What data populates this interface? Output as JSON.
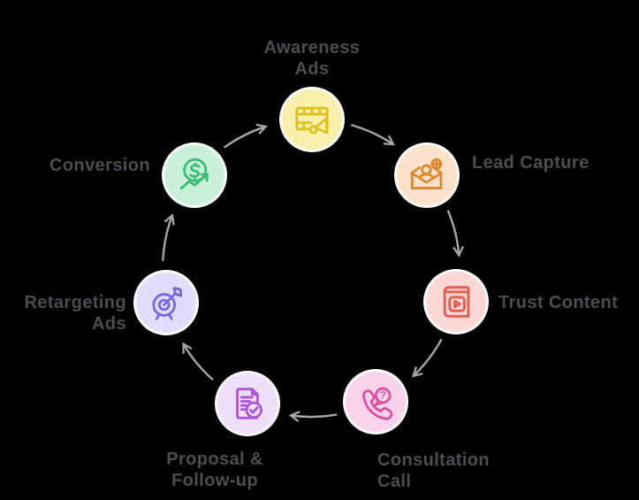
{
  "diagram": {
    "type": "cycle",
    "description": "Marketing funnel cycle with 7 stages connected clockwise by arrows"
  },
  "colors": {
    "background": "#000000",
    "label_text": "#4b4d52",
    "arrow": "#a6a6a6",
    "node_ring": "rgba(255,255,255,0.92)"
  },
  "nodes": [
    {
      "id": "awareness-ads",
      "label": "Awareness Ads",
      "label_lines": [
        "Awareness",
        "Ads"
      ],
      "icon": "film-megaphone-icon",
      "bg_color": "#f6f0ac",
      "icon_color": "#dcc31e"
    },
    {
      "id": "lead-capture",
      "label": "Lead Capture",
      "label_lines": [
        "Lead Capture"
      ],
      "icon": "envelope-add-user-icon",
      "bg_color": "#fbe3cb",
      "icon_color": "#dc8933"
    },
    {
      "id": "trust-content",
      "label": "Trust Content",
      "label_lines": [
        "Trust Content"
      ],
      "icon": "video-book-icon",
      "bg_color": "#fbd8d4",
      "icon_color": "#e55a52"
    },
    {
      "id": "consultation-call",
      "label": "Consultation Call",
      "label_lines": [
        "Consultation",
        "Call"
      ],
      "icon": "phone-question-icon",
      "bg_color": "#f9d2ec",
      "icon_color": "#de519e"
    },
    {
      "id": "proposal-follow-up",
      "label": "Proposal & Follow-up",
      "label_lines": [
        "Proposal &",
        "Follow-up"
      ],
      "icon": "document-check-icon",
      "bg_color": "#efdef8",
      "icon_color": "#ad58db"
    },
    {
      "id": "retargeting-ads",
      "label": "Retargeting Ads",
      "label_lines": [
        "Retargeting",
        "Ads"
      ],
      "icon": "target-dart-icon",
      "bg_color": "#e1ddfa",
      "icon_color": "#7a68e1"
    },
    {
      "id": "conversion",
      "label": "Conversion",
      "label_lines": [
        "Conversion"
      ],
      "icon": "dollar-growth-icon",
      "bg_color": "#c9f0d9",
      "icon_color": "#41bc78"
    }
  ],
  "edges": [
    {
      "from": "Awareness Ads",
      "to": "Lead Capture"
    },
    {
      "from": "Lead Capture",
      "to": "Trust Content"
    },
    {
      "from": "Trust Content",
      "to": "Consultation Call"
    },
    {
      "from": "Consultation Call",
      "to": "Proposal & Follow-up"
    },
    {
      "from": "Proposal & Follow-up",
      "to": "Retargeting Ads"
    },
    {
      "from": "Retargeting Ads",
      "to": "Conversion"
    },
    {
      "from": "Conversion",
      "to": "Awareness Ads"
    }
  ]
}
